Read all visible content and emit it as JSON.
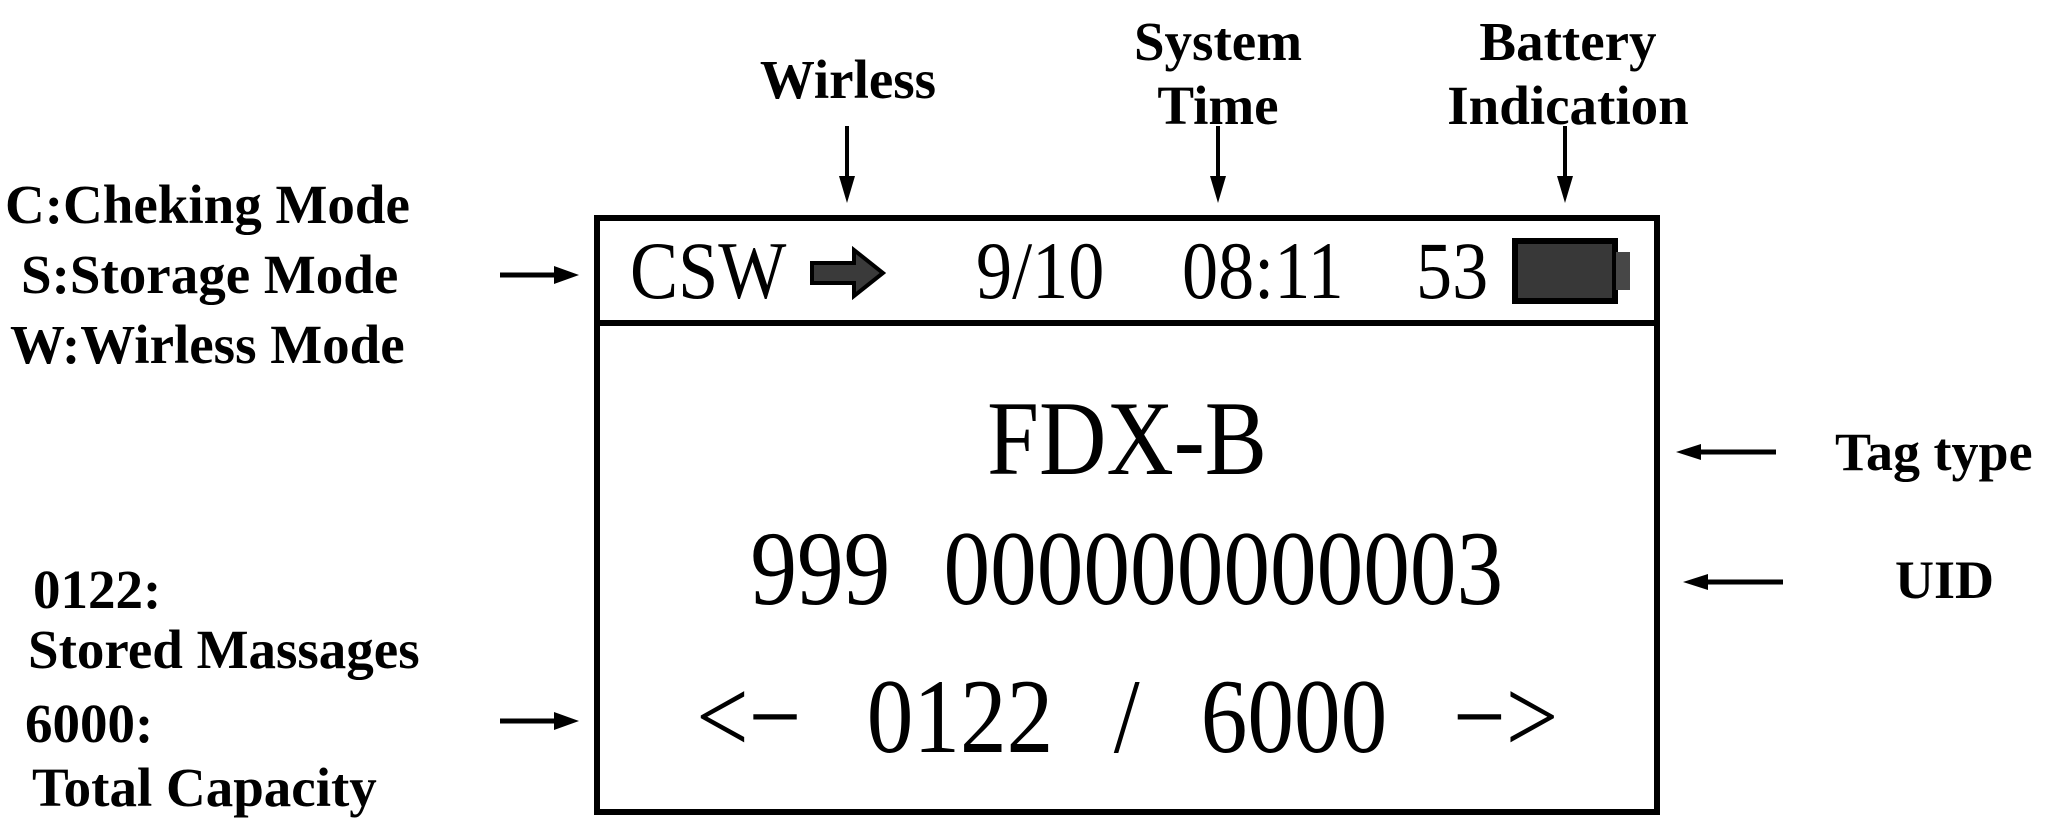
{
  "colors": {
    "background": "#ffffff",
    "ink": "#000000",
    "block_arrow_fill": "#3a3a3a",
    "battery_fill": "#383838",
    "battery_nub_fill": "#474747"
  },
  "annotations": {
    "wireless": "Wirless",
    "system_time": [
      "System",
      "Time"
    ],
    "battery": [
      "Battery",
      "Indication"
    ],
    "modes": [
      "C:Cheking Mode",
      "S:Storage Mode",
      "W:Wirless Mode"
    ],
    "stored": [
      "0122:",
      "Stored Massages"
    ],
    "capacity": [
      "6000:",
      "Total Capacity"
    ],
    "tag_type": "Tag type",
    "uid": "UID"
  },
  "display": {
    "status": {
      "modes": "CSW",
      "date": "9/10",
      "time": "08:11",
      "battery_percent": "53"
    },
    "tag_type": "FDX-B",
    "uid": "999 000000000003",
    "counter": {
      "prev": "<−",
      "stored": "0122",
      "separator": "/",
      "total": "6000",
      "next": "−>"
    }
  }
}
